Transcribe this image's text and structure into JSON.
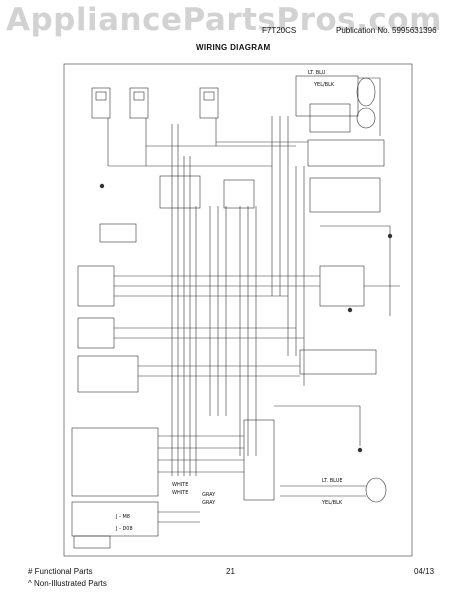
{
  "header": {
    "watermark": "AppliancePartsPros.com",
    "model": "F7T20CS",
    "publication": "Publication No. 5995631396",
    "title": "WIRING DIAGRAM"
  },
  "diagram": {
    "wire_labels": [
      "WHITE",
      "WHITE",
      "GRAY",
      "GRAY",
      "LT. BLUE",
      "YEL/BLK",
      "LT. BLU",
      "YEL/BLK"
    ],
    "component_labels": [
      "J - M8",
      "J - D08"
    ]
  },
  "footer": {
    "legend_functional": "# Functional Parts",
    "legend_non_illustrated": "^ Non-Illustrated Parts",
    "page_number": "21",
    "date": "04/13"
  }
}
